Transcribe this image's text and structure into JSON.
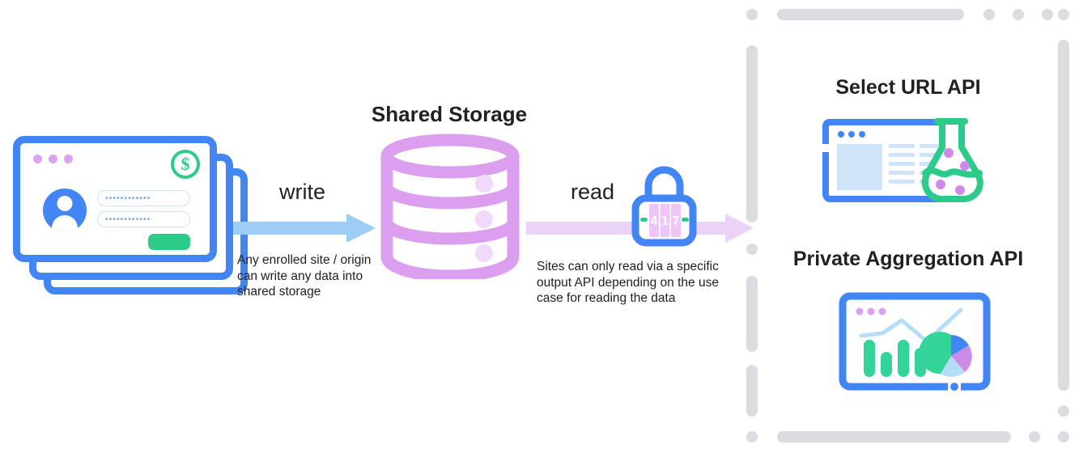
{
  "diagram": {
    "title_center": "Shared Storage",
    "source": {
      "name": "browser-window-stack",
      "field_1_value": "••••••••••••",
      "field_2_value": "••••••••••••",
      "dots": [
        "dot",
        "dot",
        "dot"
      ],
      "badge_icon": "dollar-icon",
      "badge_glyph": "$"
    },
    "write_flow": {
      "label": "write",
      "caption": "Any enrolled site / origin can write any data into shared storage",
      "arrow_color": "#9CCDF5"
    },
    "read_flow": {
      "label": "read",
      "caption": "Sites can only read via a specific output API depending on the use case for reading the data",
      "arrow_color": "#EBD3F7",
      "lock_digits": [
        "4",
        "1",
        "7"
      ]
    },
    "storage": {
      "label": "Shared Storage",
      "color": "#DC9FF0",
      "tiers": 3
    },
    "output_apis": [
      {
        "title": "Select URL API",
        "icon": "browser-flask-icon"
      },
      {
        "title": "Private Aggregation API",
        "icon": "browser-chart-icon"
      }
    ],
    "colors": {
      "blue": "#4285F4",
      "green": "#2DCB8A",
      "purple": "#DC9FF0",
      "light_blue": "#9CCDF5",
      "lavender": "#EBD3F7",
      "gray_border": "#DADCE0",
      "text": "#202124"
    }
  }
}
